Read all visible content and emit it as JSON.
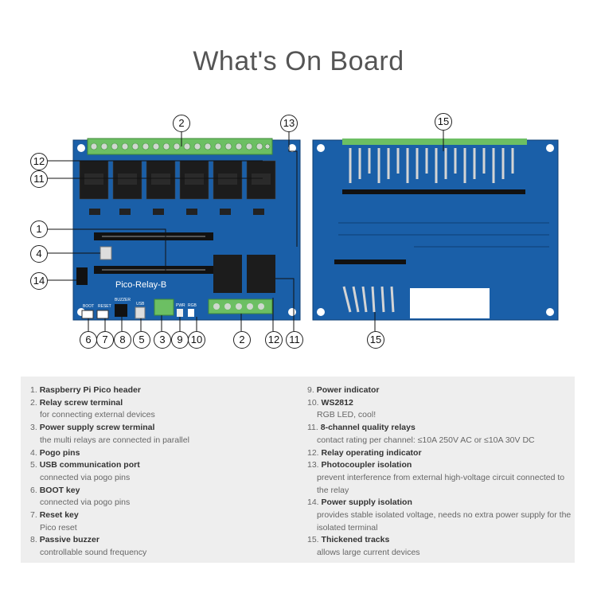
{
  "title": "What's On Board",
  "board": {
    "silkscreen_label": "Pico-Relay-B",
    "silk_boot": "BOOT",
    "silk_reset": "RESET",
    "silk_buzzer": "BUZZER",
    "silk_usb": "USB",
    "silk_pwr": "PWR",
    "silk_rgb": "RGB",
    "callouts": [
      "1",
      "2",
      "3",
      "4",
      "5",
      "6",
      "7",
      "8",
      "9",
      "10",
      "11",
      "12",
      "13",
      "14",
      "15"
    ]
  },
  "legend": {
    "items": [
      {
        "n": "1.",
        "label": "Raspberry Pi Pico header",
        "desc": ""
      },
      {
        "n": "2.",
        "label": "Relay screw terminal",
        "desc": "for connecting external devices"
      },
      {
        "n": "3.",
        "label": "Power supply screw terminal",
        "desc": "the multi relays are connected in parallel"
      },
      {
        "n": "4.",
        "label": "Pogo pins",
        "desc": ""
      },
      {
        "n": "5.",
        "label": "USB communication port",
        "desc": "connected via pogo pins"
      },
      {
        "n": "6.",
        "label": "BOOT key",
        "desc": "connected via pogo pins"
      },
      {
        "n": "7.",
        "label": "Reset key",
        "desc": "Pico reset"
      },
      {
        "n": "8.",
        "label": "Passive buzzer",
        "desc": "controllable sound frequency"
      },
      {
        "n": "9.",
        "label": "Power indicator",
        "desc": ""
      },
      {
        "n": "10.",
        "label": "WS2812",
        "desc": "RGB LED, cool!"
      },
      {
        "n": "11.",
        "label": "8-channel quality relays",
        "desc": "contact rating per channel: ≤10A 250V AC or ≤10A 30V DC"
      },
      {
        "n": "12.",
        "label": "Relay operating indicator",
        "desc": ""
      },
      {
        "n": "13.",
        "label": "Photocoupler isolation",
        "desc": "prevent interference from external high-voltage circuit connected to the relay"
      },
      {
        "n": "14.",
        "label": "Power supply isolation",
        "desc": "provides stable isolated voltage, needs no extra power supply for the isolated terminal"
      },
      {
        "n": "15.",
        "label": "Thickened tracks",
        "desc": "allows large current devices"
      }
    ]
  },
  "colors": {
    "pcb": "#1a5fa8",
    "pcb_dark": "#164f8e",
    "terminal": "#6cbf63",
    "relay": "#1c1c1c",
    "copper": "#c9c9c9"
  }
}
